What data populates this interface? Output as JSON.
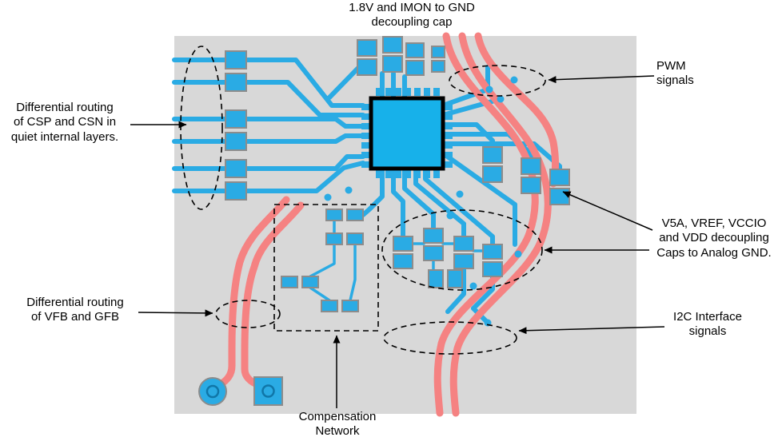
{
  "annotations": {
    "decoupling_cap": "1.8V and  IMON to GND\ndecoupling cap",
    "pwm": "PWM\nsignals",
    "csp_csn": "Differential routing\nof CSP and CSN in\nquiet internal layers.",
    "v5a": "V5A, VREF, VCCIO\nand VDD decoupling\nCaps to Analog GND.",
    "vfb": "Differential routing\nof VFB and GFB",
    "i2c": "I2C Interface\nsignals",
    "compensation": "Compensation\nNetwork"
  },
  "colors": {
    "board": "#d8d8d8",
    "copper_blue": "#2aabe4",
    "trace_red": "#f58282",
    "ic_fill": "#17b1ea",
    "pad_outline": "#8c8c8c",
    "annotation": "#000000"
  }
}
